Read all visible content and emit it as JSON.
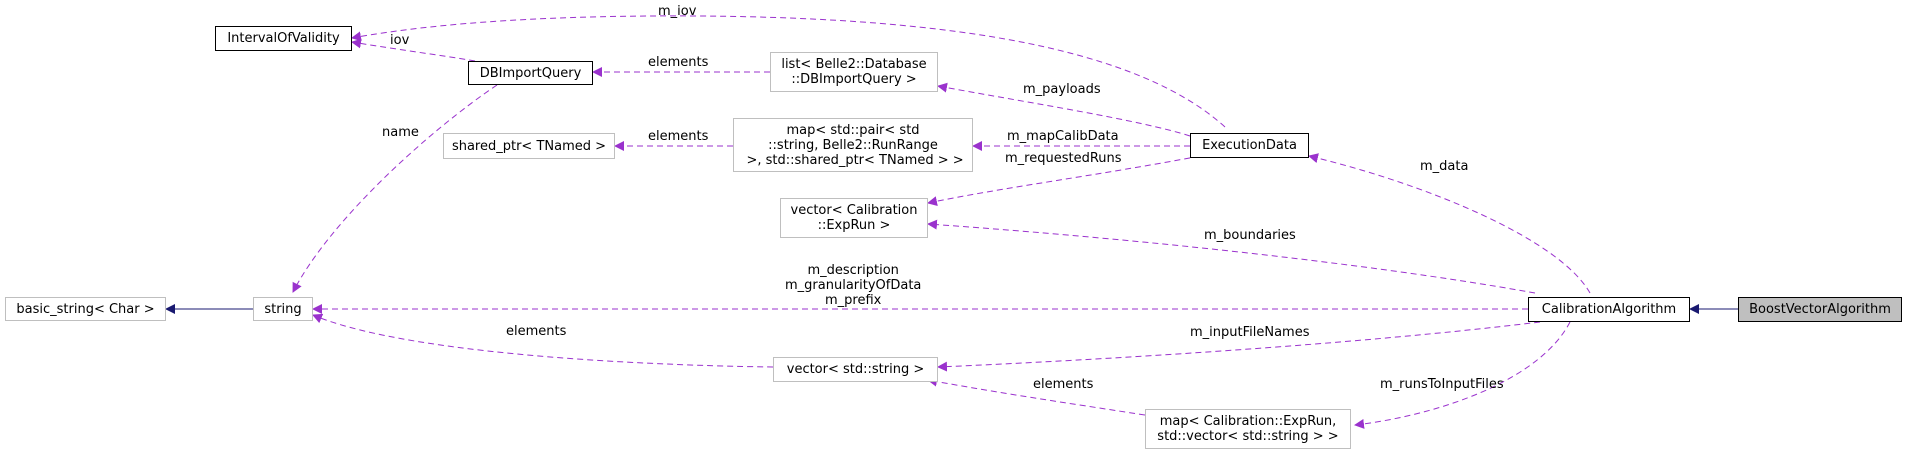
{
  "nodes": {
    "interval_of_validity": "IntervalOfValidity",
    "db_import_query": "DBImportQuery",
    "list_dbimportquery": [
      "list< Belle2::Database",
      "::DBImportQuery >"
    ],
    "shared_ptr_tnamed": "shared_ptr< TNamed >",
    "map_runrange": [
      "map< std::pair< std",
      "::string, Belle2::RunRange",
      " >, std::shared_ptr< TNamed > >"
    ],
    "execution_data": "ExecutionData",
    "vector_exprun": [
      "vector< Calibration",
      "::ExpRun >"
    ],
    "basic_string": "basic_string< Char >",
    "string": "string",
    "calibration_algorithm": "CalibrationAlgorithm",
    "boost_vector_algorithm": "BoostVectorAlgorithm",
    "vector_string": "vector< std::string >",
    "map_exprun_vector": [
      "map< Calibration::ExpRun,",
      "std::vector< std::string > >"
    ]
  },
  "edge_labels": {
    "m_iov": "m_iov",
    "iov": "iov",
    "elements_list": "elements",
    "m_payloads": "m_payloads",
    "name": "name",
    "elements_shared": "elements",
    "m_mapCalibData": "m_mapCalibData",
    "m_requestedRuns": "m_requestedRuns",
    "m_data": "m_data",
    "m_boundaries": "m_boundaries",
    "m_string_members": [
      "m_description",
      "m_granularityOfData",
      "m_prefix"
    ],
    "elements_vector": "elements",
    "m_inputFileNames": "m_inputFileNames",
    "elements_map": "elements",
    "m_runsToInputFiles": "m_runsToInputFiles"
  },
  "colors": {
    "usage_edge": "#9a32cd",
    "inheritance_edge": "#191970",
    "highlight_fill": "#bfbfbf",
    "gray_border": "#bfbfbf"
  }
}
